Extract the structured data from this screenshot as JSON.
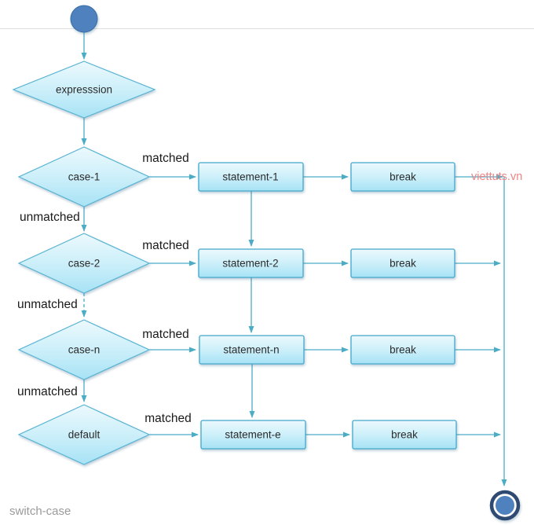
{
  "page": {
    "caption": "switch-case",
    "watermark": "viettuts.vn"
  },
  "flowchart": {
    "type": "activity-diagram",
    "start_node": "start",
    "end_node": "end",
    "expression_label": "expresssion",
    "rows": [
      {
        "case_label": "case-1",
        "matched_label": "matched",
        "unmatched_label": "unmatched",
        "statement_label": "statement-1",
        "break_label": "break"
      },
      {
        "case_label": "case-2",
        "matched_label": "matched",
        "unmatched_label": "unmatched",
        "statement_label": "statement-2",
        "break_label": "break"
      },
      {
        "case_label": "case-n",
        "matched_label": "matched",
        "unmatched_label": "unmatched",
        "statement_label": "statement-n",
        "break_label": "break"
      },
      {
        "case_label": "default",
        "matched_label": "matched",
        "statement_label": "statement-e",
        "break_label": "break"
      }
    ],
    "colors": {
      "connector": "#4BACC6",
      "shape_fill_top": "#ECF9FD",
      "shape_fill_bottom": "#A6E2F5",
      "diamond_border": "#58B3D3",
      "rect_border": "#44A8CC",
      "start_node_fill": "#4E81BD",
      "end_node_ring": "#2E4A73",
      "end_node_fill": "#4E81BD",
      "watermark_color": "#EF8383",
      "caption_color": "#9A9A9A"
    }
  }
}
